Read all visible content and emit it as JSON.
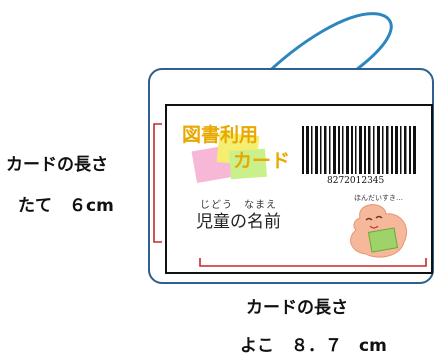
{
  "card": {
    "logo_line1": "図書利用",
    "logo_line2": "カード",
    "barcode_number": "8272012345",
    "name_reading": "じどう　なまえ",
    "name_label": "児童の名前",
    "character_caption": "ほんだいすき…"
  },
  "dimensions": {
    "height_title": "カードの長さ",
    "height_value": "たて　６cm",
    "width_title": "カードの長さ",
    "width_value": "よこ　８．７　cm"
  },
  "colors": {
    "holder_outline": "#2f5f8f",
    "strap": "#2e86c1",
    "bracket": "#c62828",
    "logo_text": "#e8a800",
    "logo_pink": "#f6b8d6",
    "logo_yellow": "#f5ee70",
    "logo_green": "#c9f08a",
    "character_body": "#f6b89a",
    "character_book": "#9ed36a"
  }
}
